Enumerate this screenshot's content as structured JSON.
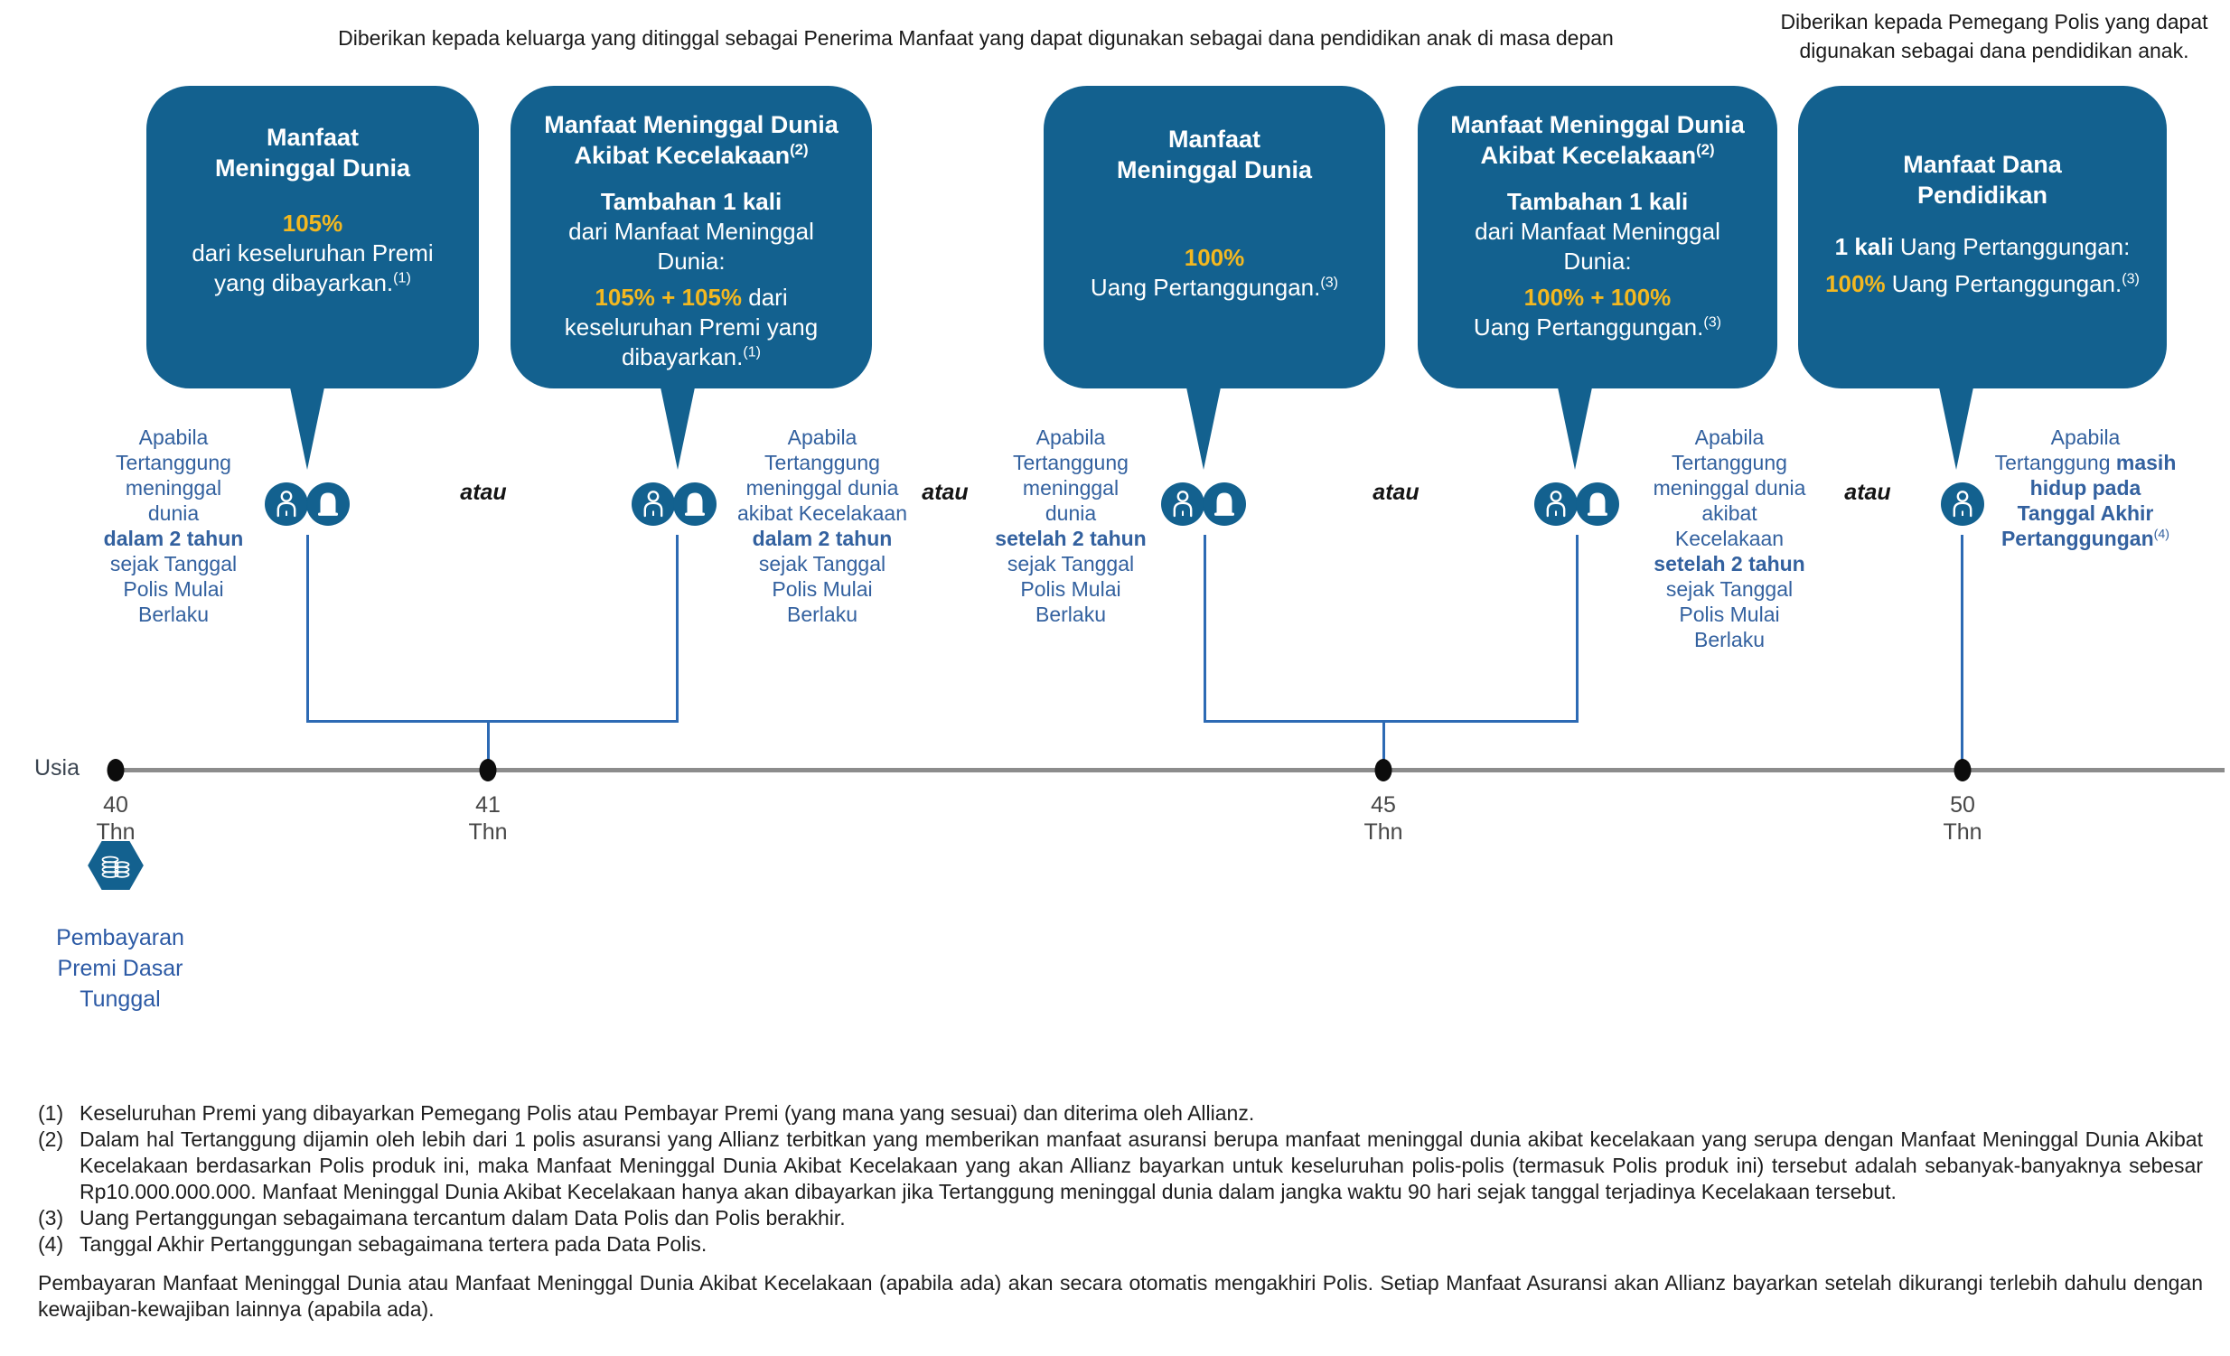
{
  "captions": {
    "left": "Diberikan kepada keluarga yang ditinggal sebagai Penerima Manfaat yang dapat digunakan sebagai dana pendidikan anak di masa depan",
    "right": "Diberikan kepada Pemegang Polis yang dapat\ndigunakan sebagai dana pendidikan anak."
  },
  "bubbles": [
    {
      "title": "Manfaat\nMeninggal Dunia",
      "pct": "105%",
      "after": "dari keseluruhan Premi\nyang dibayarkan.",
      "sup": "(1)"
    },
    {
      "title": "Manfaat Meninggal Dunia\nAkibat Kecelakaan",
      "title_sup": "(2)",
      "lead": "Tambahan 1 kali",
      "mid": "dari Manfaat Meninggal\nDunia:",
      "pct": "105% + 105%",
      "after": " dari\nkeseluruhan Premi yang\ndibayarkan.",
      "sup": "(1)"
    },
    {
      "title": "Manfaat\nMeninggal Dunia",
      "pct": "100%",
      "after": "Uang Pertanggungan.",
      "sup": "(3)"
    },
    {
      "title": "Manfaat Meninggal Dunia\nAkibat Kecelakaan",
      "title_sup": "(2)",
      "lead": "Tambahan 1 kali",
      "mid": "dari Manfaat Meninggal\nDunia:",
      "pct": "100% + 100%",
      "after": "Uang Pertanggungan.",
      "sup": "(3)"
    },
    {
      "title": "Manfaat Dana\nPendidikan",
      "lead": "1 kali",
      "mid": " Uang Pertanggungan:",
      "pct": "100%",
      "after": " Uang Pertanggungan.",
      "sup": "(3)"
    }
  ],
  "conditions": [
    {
      "pre": "Apabila\nTertanggung\nmeninggal\ndunia\n",
      "bold": "dalam 2 tahun",
      "post": "\nsejak Tanggal\nPolis Mulai\nBerlaku",
      "icons": [
        "person-icon",
        "tombstone-icon"
      ]
    },
    {
      "pre": "Apabila\nTertanggung\nmeninggal dunia\nakibat Kecelakaan\n",
      "bold": "dalam 2 tahun",
      "post": "\nsejak Tanggal\nPolis Mulai\nBerlaku",
      "icons": [
        "person-icon",
        "tombstone-icon"
      ]
    },
    {
      "pre": "Apabila\nTertanggung\nmeninggal\ndunia\n",
      "bold": "setelah 2 tahun",
      "post": "\nsejak Tanggal\nPolis Mulai\nBerlaku",
      "icons": [
        "person-icon",
        "tombstone-icon"
      ]
    },
    {
      "pre": "Apabila\nTertanggung\nmeninggal dunia\nakibat\nKecelakaan\n",
      "bold": "setelah 2 tahun",
      "post": "\nsejak Tanggal\nPolis Mulai\nBerlaku",
      "icons": [
        "person-icon",
        "tombstone-icon"
      ]
    },
    {
      "pre": "Apabila\nTertanggung ",
      "bold": "masih\nhidup pada\nTanggal Akhir\nPertanggungan",
      "bold_sup": "(4)",
      "post": "",
      "icons": [
        "person-icon"
      ]
    }
  ],
  "or_label": "atau",
  "timeline": {
    "axis_label": "Usia",
    "ticks": [
      {
        "age": "40",
        "unit": "Thn"
      },
      {
        "age": "41",
        "unit": "Thn"
      },
      {
        "age": "45",
        "unit": "Thn"
      },
      {
        "age": "50",
        "unit": "Thn"
      }
    ],
    "premium_label": "Pembayaran\nPremi Dasar\nTunggal",
    "premium_icon": "coins-hexagon-icon"
  },
  "footnotes": [
    {
      "num": "(1)",
      "text": "Keseluruhan Premi yang dibayarkan Pemegang Polis atau Pembayar Premi (yang mana yang sesuai) dan diterima oleh Allianz."
    },
    {
      "num": "(2)",
      "text": "Dalam hal Tertanggung dijamin oleh lebih dari 1 polis asuransi yang Allianz terbitkan yang memberikan manfaat asuransi berupa manfaat meninggal dunia akibat kecelakaan yang serupa dengan Manfaat Meninggal Dunia Akibat Kecelakaan berdasarkan Polis produk ini, maka Manfaat Meninggal Dunia Akibat Kecelakaan yang akan Allianz bayarkan untuk keseluruhan polis-polis (termasuk Polis produk ini) tersebut adalah sebanyak-banyaknya sebesar Rp10.000.000.000. Manfaat Meninggal Dunia Akibat Kecelakaan hanya akan dibayarkan jika Tertanggung meninggal dunia dalam jangka waktu 90 hari sejak tanggal terjadinya Kecelakaan tersebut."
    },
    {
      "num": "(3)",
      "text": "Uang Pertanggungan sebagaimana tercantum dalam Data Polis dan Polis berakhir."
    },
    {
      "num": "(4)",
      "text": "Tanggal Akhir Pertanggungan sebagaimana tertera pada Data Polis."
    }
  ],
  "closing": "Pembayaran Manfaat Meninggal Dunia atau Manfaat Meninggal Dunia Akibat Kecelakaan (apabila ada) akan secara otomatis mengakhiri Polis. Setiap Manfaat Asuransi akan Allianz bayarkan setelah dikurangi terlebih dahulu dengan kewajiban-kewajiban lainnya (apabila ada).",
  "colors": {
    "bubble_fill": "#13618F",
    "accent_yellow": "#F3B820",
    "condition_text_blue": "#33619F",
    "bracket_line_blue": "#2D6AB4",
    "timeline_gray": "#8C8C8C"
  }
}
